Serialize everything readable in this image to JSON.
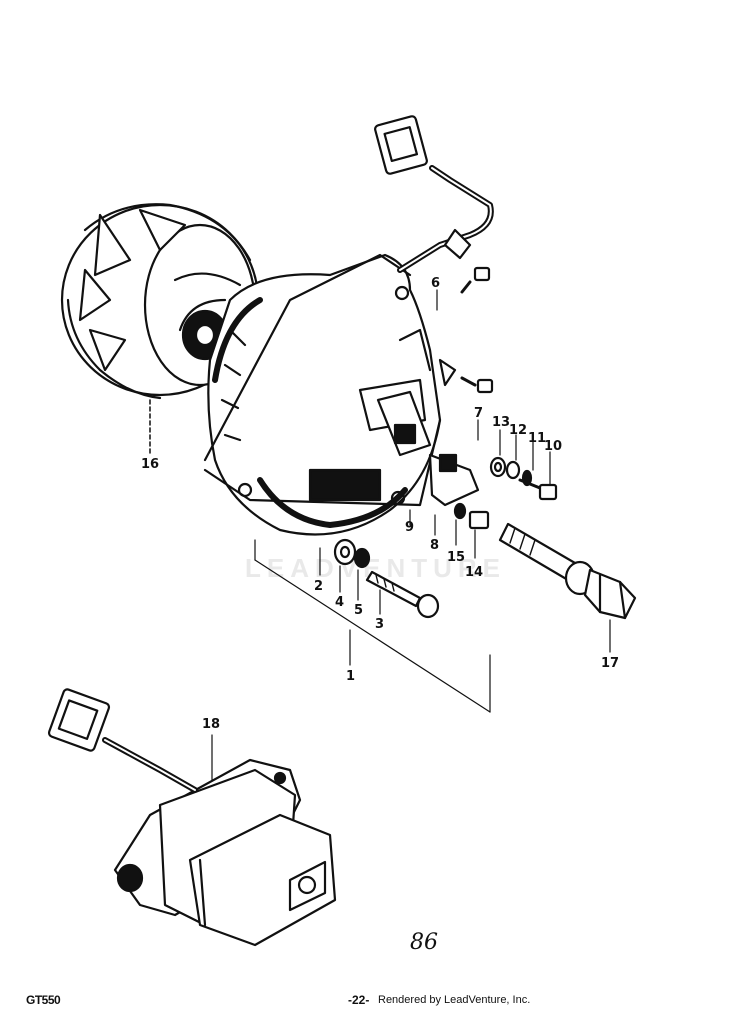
{
  "callouts": [
    "1",
    "2",
    "3",
    "4",
    "5",
    "6",
    "7",
    "8",
    "9",
    "10",
    "11",
    "12",
    "13",
    "14",
    "15",
    "16",
    "17",
    "18"
  ],
  "footer": {
    "model_code": "GT550",
    "page_number": "-22-",
    "rendered_by": "Rendered by LeadVenture, Inc."
  },
  "watermark": "LEADVENTURE",
  "handwritten_note": "86",
  "colors": {
    "ink": "#111111",
    "paper": "#ffffff",
    "watermark": "#e9e9e9"
  }
}
